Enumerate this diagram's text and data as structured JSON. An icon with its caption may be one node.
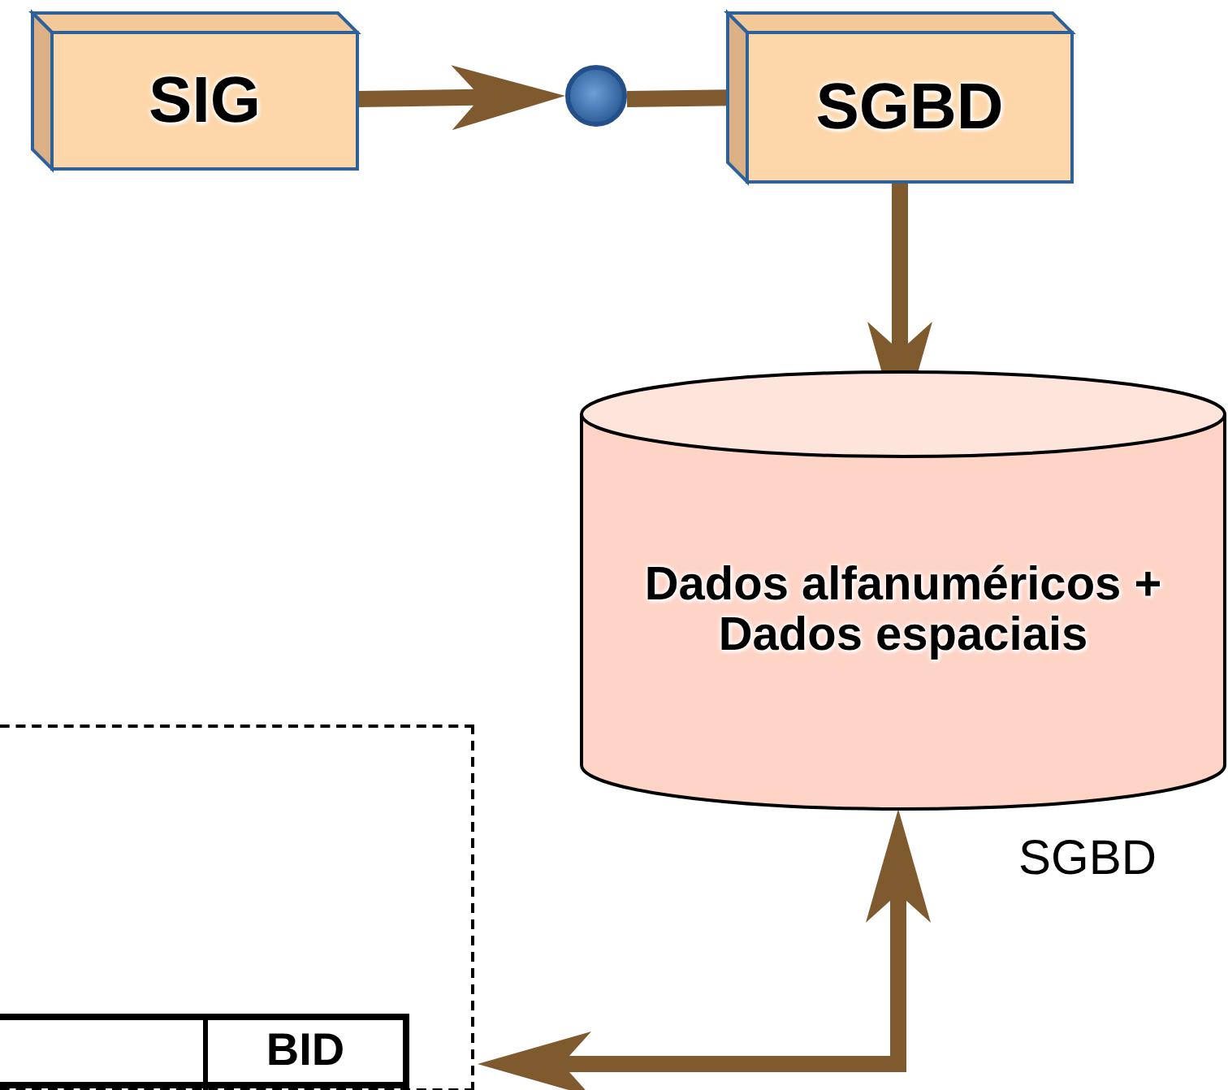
{
  "diagram": {
    "nodes": [
      {
        "text": [
          "SIG"
        ]
      },
      {
        "text": [],
        "shape": "circle"
      },
      {
        "text": [
          "SGBD"
        ]
      },
      {
        "text": [
          "Dados alfanuméricos + Dados espaciais"
        ],
        "beside": [
          "SGBD"
        ]
      },
      {
        "text": [],
        "shape": "box"
      },
      {
        "text": [
          "BID"
        ],
        "in": 4
      }
    ],
    "edges": [
      {
        "from": 0,
        "to": 1,
        "arrow": "to"
      },
      {
        "from": 1,
        "to": 2,
        "arrow": "none"
      },
      {
        "from": 2,
        "to": 3,
        "arrow": "to"
      },
      {
        "from": 4,
        "to": 3,
        "arrow": "both"
      }
    ]
  }
}
